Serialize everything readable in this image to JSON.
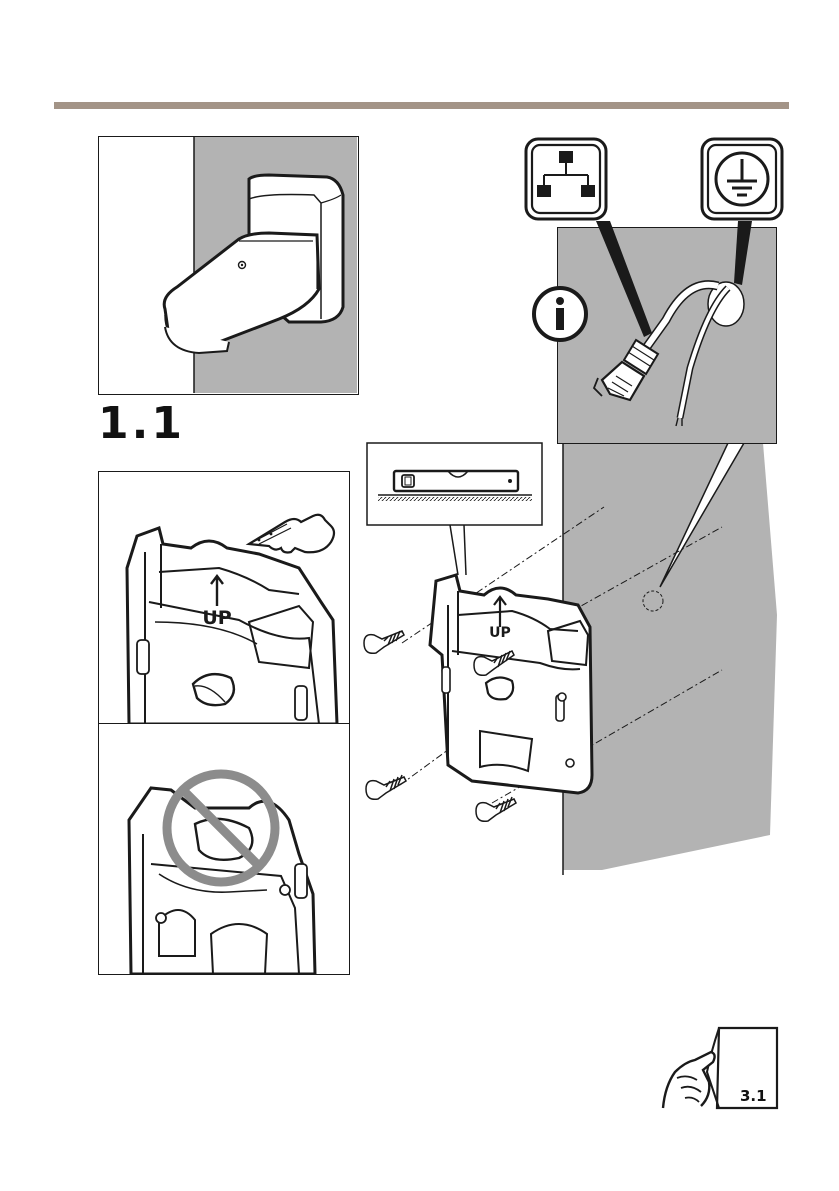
{
  "step": {
    "label": "1.1"
  },
  "next_page_ref": {
    "label": "3.1"
  },
  "bracket_marking": "UP",
  "icons": {
    "network": "network-icon",
    "ground": "ground-icon",
    "info": "info-icon",
    "spirit_level": "spirit-level-icon",
    "pointing_hand": "pointing-hand-icon",
    "prohibited": "prohibited-icon",
    "page_turn": "page-turn-icon"
  },
  "colors": {
    "rule": "#a39487",
    "wall_gray": "#b3b3b3",
    "prohibition_ring": "#8c8c8c",
    "line": "#1a1a1a"
  }
}
